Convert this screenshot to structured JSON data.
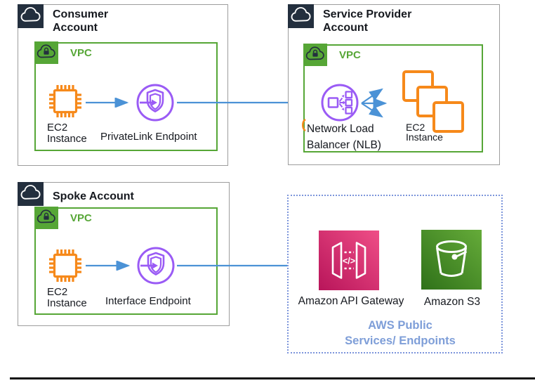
{
  "colors": {
    "account_navy": "#232F3E",
    "vpc_green": "#56A636",
    "ec2_orange": "#F6891A",
    "endpoint_purple": "#9A5BF5",
    "arrow_blue": "#4B92D6",
    "caption_blue": "#7E9ED8",
    "dotted_border_blue": "#7C95DB",
    "api_gateway_pink_dark": "#B8155A",
    "api_gateway_pink_light": "#EF4E87",
    "s3_green_dark": "#2F7119",
    "s3_green_light": "#65AB39"
  },
  "consumer_account": {
    "title_line1": "Consumer",
    "title_line2": "Account",
    "vpc_label": "VPC",
    "ec2_line1": "EC2",
    "ec2_line2": "Instance",
    "endpoint_label": "PrivateLink Endpoint"
  },
  "service_provider_account": {
    "title_line1": "Service Provider",
    "title_line2": "Account",
    "vpc_label": "VPC",
    "nlb_line1": "Network Load",
    "nlb_line2": "Balancer (NLB)",
    "ec2_line1": "EC2",
    "ec2_line2": "Instance"
  },
  "spoke_account": {
    "title": "Spoke Account",
    "vpc_label": "VPC",
    "ec2_line1": "EC2",
    "ec2_line2": "Instance",
    "endpoint_label": "Interface Endpoint"
  },
  "public_services": {
    "api_gateway_label": "Amazon API Gateway",
    "api_gateway_glyph": "</>",
    "s3_label": "Amazon S3",
    "caption_line1": "AWS Public",
    "caption_line2": "Services/ Endpoints"
  }
}
